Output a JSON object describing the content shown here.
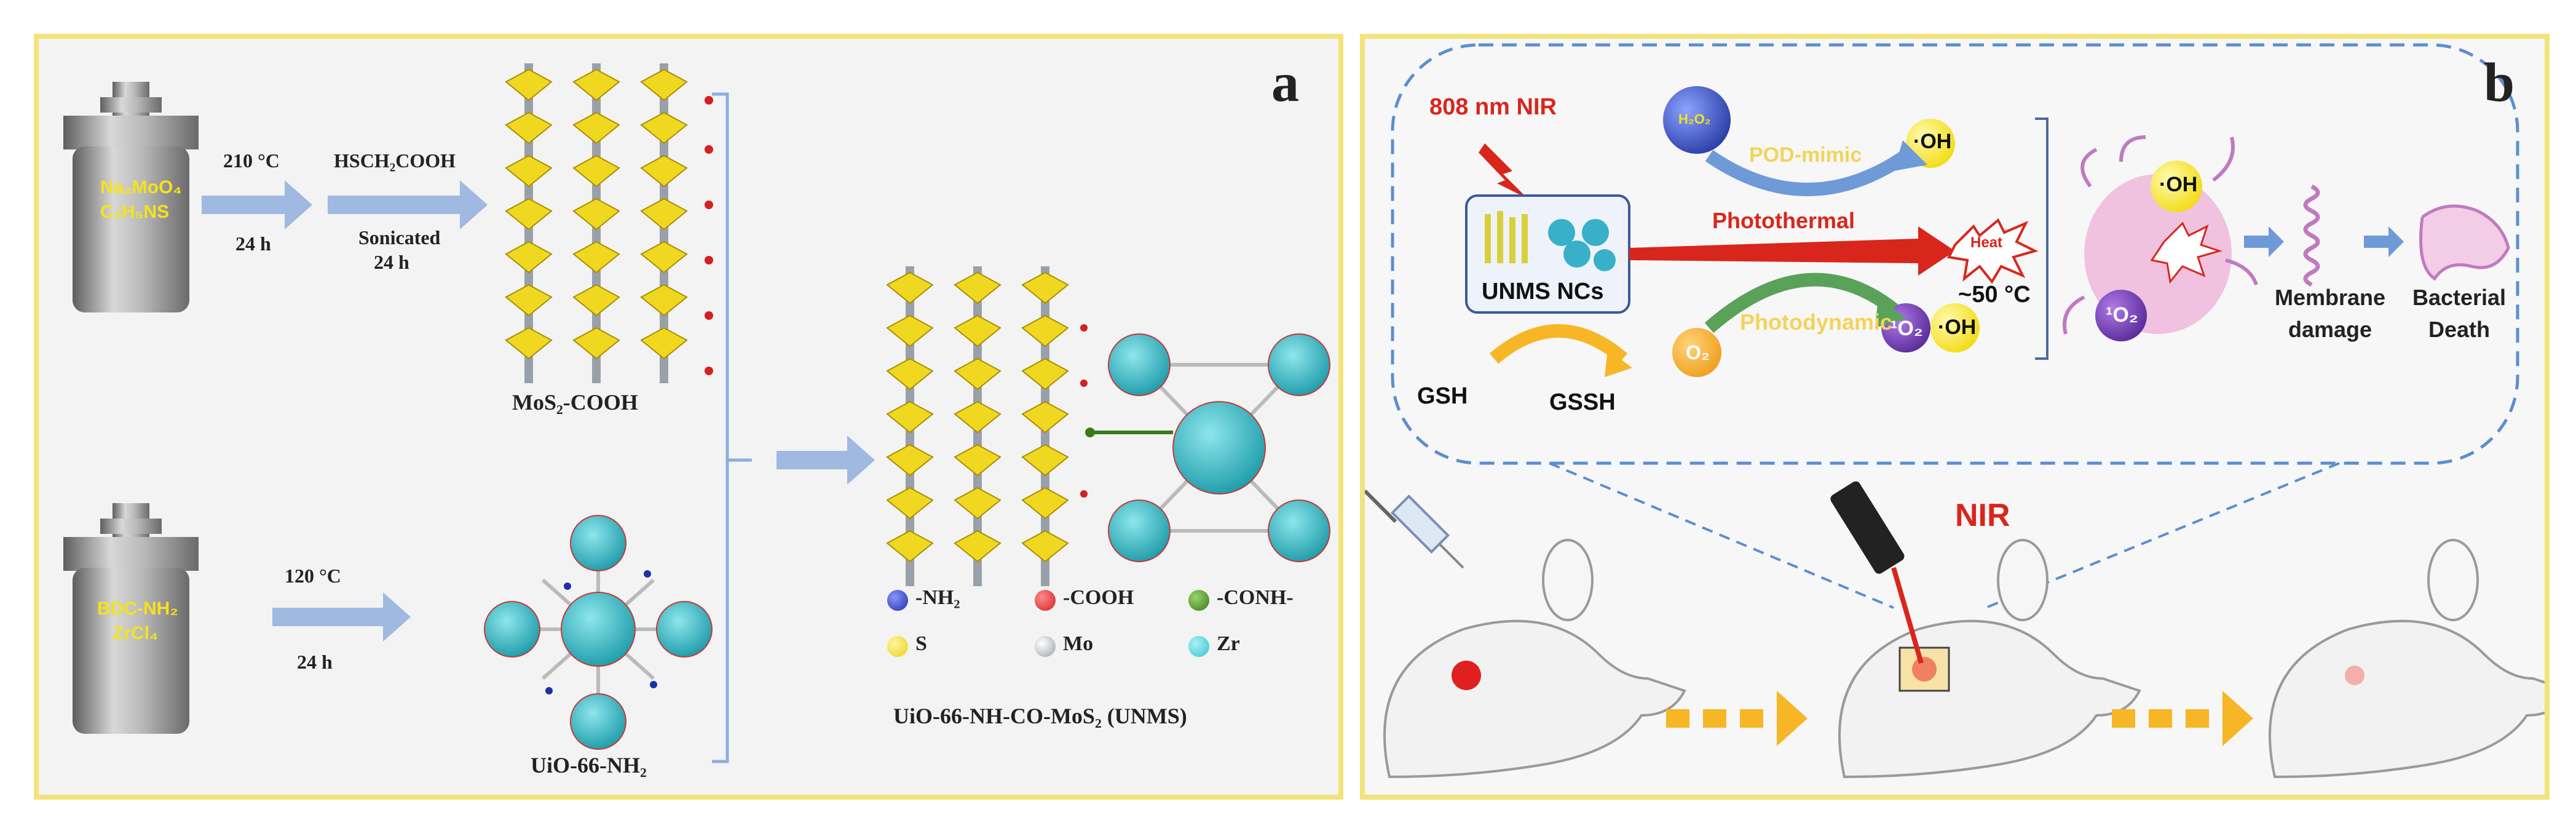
{
  "panel_a": {
    "label": "a",
    "vessel1": {
      "line1": "Na₂MoO₄",
      "line2": "C₂H₅NS"
    },
    "step1": {
      "temp": "210 °C",
      "time": "24 h"
    },
    "step2": {
      "reagent": "HSCH₂COOH",
      "line2": "Sonicated",
      "line3": "24 h"
    },
    "product1": "MoS₂-COOH",
    "vessel2": {
      "line1": "BDC-NH₂",
      "line2": "ZrCl₄"
    },
    "step3": {
      "temp": "120 °C",
      "time": "24 h"
    },
    "product2": "UiO-66-NH₂",
    "legend": [
      {
        "label": "-NH₂",
        "color": "#1f2fa8"
      },
      {
        "label": "-COOH",
        "color": "#d42020"
      },
      {
        "label": "-CONH-",
        "color": "#3a7a1a"
      },
      {
        "label": "S",
        "color": "#e8d21a"
      },
      {
        "label": "Mo",
        "color": "#9aa0aa"
      },
      {
        "label": "Zr",
        "color": "#38c4d0"
      }
    ],
    "final_product": "UiO-66-NH-CO-MoS₂ (UNMS)"
  },
  "panel_b": {
    "label": "b",
    "nir_808": "808 nm NIR",
    "h2o2": "H₂O₂",
    "oh": "·OH",
    "pod": "POD-mimic",
    "photothermal": "Photothermal",
    "heat": "Heat",
    "temp": "~50 °C",
    "nanocomposite": "UNMS NCs",
    "photodynamic": "Photodynamic",
    "o2": "O₂",
    "singlet_o2": "¹O₂",
    "gsh": "GSH",
    "gssh": "GSSH",
    "membrane": [
      "Membrane",
      "damage"
    ],
    "death": [
      "Bacterial",
      "Death"
    ],
    "nir": "NIR",
    "colors": {
      "yellow_accent": "#f5e31a",
      "red_accent": "#d9261c",
      "blue_dash": "#5a8fd0",
      "arrow_orange": "#f6b625"
    }
  }
}
